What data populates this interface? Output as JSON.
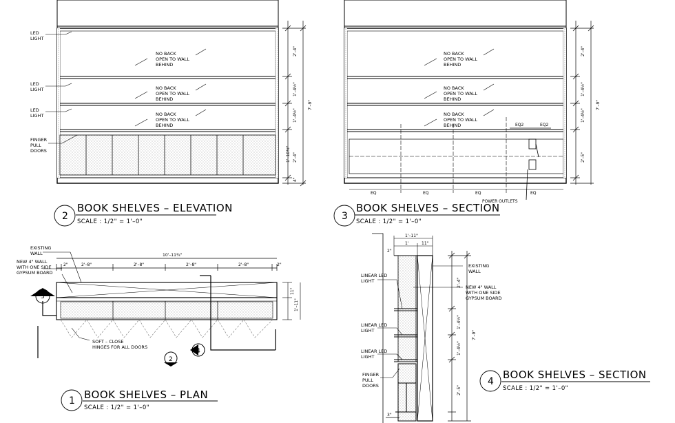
{
  "elevation": {
    "number": "2",
    "title": "BOOK SHELVES – ELEVATION",
    "scale": "SCALE : 1/2\" = 1'–0\"",
    "notes": [
      "LED",
      "LIGHT",
      "LED",
      "LIGHT",
      "LED",
      "LIGHT",
      "FINGER",
      "PULL",
      "DOORS"
    ],
    "back_note": [
      "NO BACK",
      "OPEN TO WALL",
      "BEHIND"
    ],
    "dims": [
      "2'–4\"",
      "1'–4½\"",
      "1'–4½\"",
      "1'–10½\"",
      "2'–4\"",
      "4\"",
      "7'–9\""
    ]
  },
  "section3": {
    "number": "3",
    "title": "BOOK SHELVES – SECTION",
    "scale": "SCALE : 1/2\" = 1'–0\"",
    "back_note": [
      "NO BACK",
      "OPEN TO WALL",
      "BEHIND"
    ],
    "eq_labels": [
      "EQ",
      "EQ",
      "EQ",
      "EQ",
      "EQ2",
      "EQ2"
    ],
    "outlets_note": "POWER OUTLETS",
    "dims": [
      "2'–4\"",
      "1'–4½\"",
      "1'–4½\"",
      "2'–5\"",
      "7'–9\""
    ]
  },
  "plan": {
    "number": "1",
    "title": "BOOK SHELVES – PLAN",
    "scale": "SCALE : 1/2\" = 1'–0\"",
    "notes": [
      "EXISTING",
      "WALL",
      "NEW 4\" WALL",
      "WITH ONE SIDE",
      "GYPSUM BOARD",
      "SOFT – CLOSE",
      "HINGES FOR ALL DOORS"
    ],
    "overall_dim": "10'–11¾\"",
    "dims": [
      "2\"",
      "2'–8\"",
      "2'–8\"",
      "2'–8\"",
      "2'–8\"",
      "2\"",
      "11\"",
      "1'–11\""
    ],
    "callouts": [
      "3",
      "2",
      "4"
    ]
  },
  "section4": {
    "number": "4",
    "title": "BOOK SHELVES – SECTION",
    "scale": "SCALE : 1/2\" = 1'–0\"",
    "notes": [
      "EXISTING",
      "WALL",
      "NEW 4\" WALL",
      "WITH ONE SIDE",
      "GYPSUM BOARD",
      "LINEAR LED",
      "LIGHT",
      "LINEAR LED",
      "LIGHT",
      "LINEAR LED",
      "LIGHT",
      "FINGER",
      "PULL",
      "DOORS"
    ],
    "top_dims": [
      "1'–11\"",
      "1'",
      "11\"",
      "2\""
    ],
    "dims": [
      "2'–4\"",
      "1'–4½\"",
      "1'–4½\"",
      "2'–5\"",
      "7'–9\"",
      "3\""
    ]
  }
}
